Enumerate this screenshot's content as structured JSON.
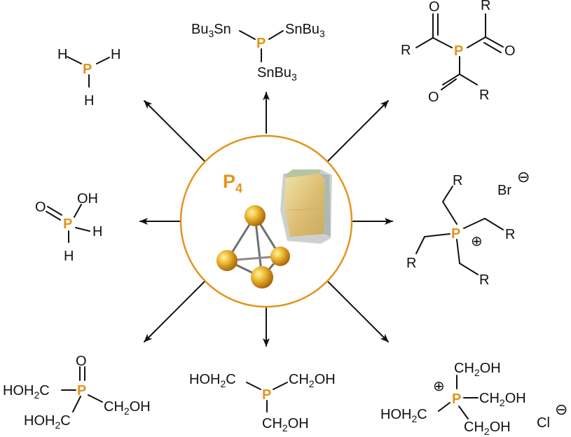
{
  "center": {
    "formula_main": "P",
    "formula_sub": "4"
  },
  "colors": {
    "phosphorus": "#e3941c",
    "circle_border": "#e3941c",
    "sphere_light": "#f8d86a",
    "sphere_dark": "#b86d05",
    "crystal_fill": "#e2c880",
    "arrow": "#111111"
  },
  "icons": {
    "tetrahedron": "p4-tetrahedron-model",
    "crystal": "white-phosphorus-crystal-photo"
  },
  "compounds": {
    "phosphine": {
      "center": "P",
      "h_left": "H",
      "h_right": "H",
      "h_bottom": "H"
    },
    "tin": {
      "center": "P",
      "left_main": "Bu",
      "left_sub": "3",
      "left_tail": "Sn",
      "right": "SnBu",
      "right_sub": "3",
      "bottom": "SnBu",
      "bottom_sub": "3"
    },
    "acyl": {
      "center": "P",
      "o_top_left": "O",
      "r_top_right": "R",
      "r_left": "R",
      "o_right": "O",
      "o_bottom": "O",
      "r_bottom": "R"
    },
    "phosphinic": {
      "center": "P",
      "o": "O",
      "oh": "OH",
      "h_right": "H",
      "h_bottom": "H"
    },
    "phosphonium_br": {
      "center": "P",
      "charge": "⊕",
      "r_top": "R",
      "r_right": "R",
      "r_left": "R",
      "r_bottom": "R",
      "anion": "Br",
      "anion_charge": "⊖"
    },
    "oxide": {
      "center": "P",
      "o": "O",
      "left": "HOH",
      "left_sub": "2",
      "left_tail": "C",
      "right": "CH",
      "right_sub": "2",
      "right_tail": "OH",
      "bottom": "HOH",
      "bottom_sub": "2",
      "bottom_tail": "C"
    },
    "thmp": {
      "center": "P",
      "left": "HOH",
      "left_sub": "2",
      "left_tail": "C",
      "right": "CH",
      "right_sub": "2",
      "right_tail": "OH",
      "bottom": "CH",
      "bottom_sub": "2",
      "bottom_tail": "OH"
    },
    "thpc": {
      "center": "P",
      "charge": "⊕",
      "top": "CH",
      "top_sub": "2",
      "top_tail": "OH",
      "right": "CH",
      "right_sub": "2",
      "right_tail": "OH",
      "left": "HOH",
      "left_sub": "2",
      "left_tail": "C",
      "bottom": "CH",
      "bottom_sub": "2",
      "bottom_tail": "OH",
      "anion": "Cl",
      "anion_charge": "⊖"
    }
  }
}
